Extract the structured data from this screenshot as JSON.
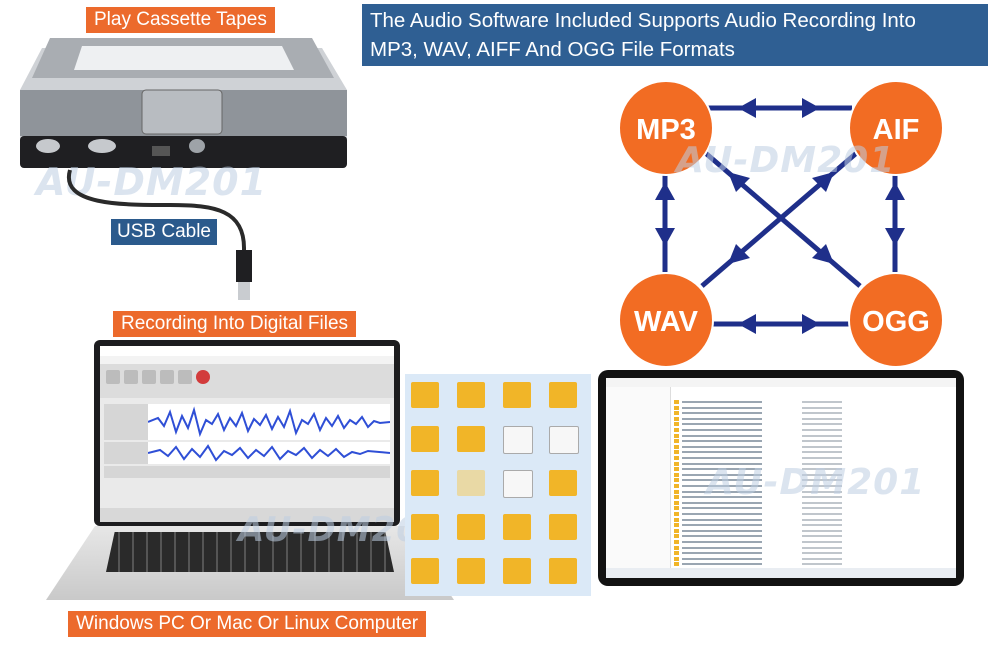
{
  "header": {
    "banner_line1": "The Audio Software Included Supports Audio Recording Into",
    "banner_line2": "MP3, WAV, AIFF  And OGG File Formats"
  },
  "labels": {
    "play_cassette": "Play Cassette Tapes",
    "usb_cable": "USB Cable",
    "recording": "Recording Into Digital Files",
    "computer": "Windows PC Or Mac Or Linux Computer"
  },
  "watermark": "AU-DM201",
  "formats": {
    "mp3": "MP3",
    "aif": "AIF",
    "wav": "WAV",
    "ogg": "OGG"
  },
  "colors": {
    "orange": "#ec6a2c",
    "blue_banner": "#2f5f93",
    "arrow_navy": "#1f2f8a",
    "waveform": "#2f4fd6",
    "folder": "#f1b528"
  },
  "icons": [
    "cassette-player-icon",
    "usb-cable-icon",
    "laptop-icon",
    "folder-icon",
    "tablet-icon"
  ]
}
